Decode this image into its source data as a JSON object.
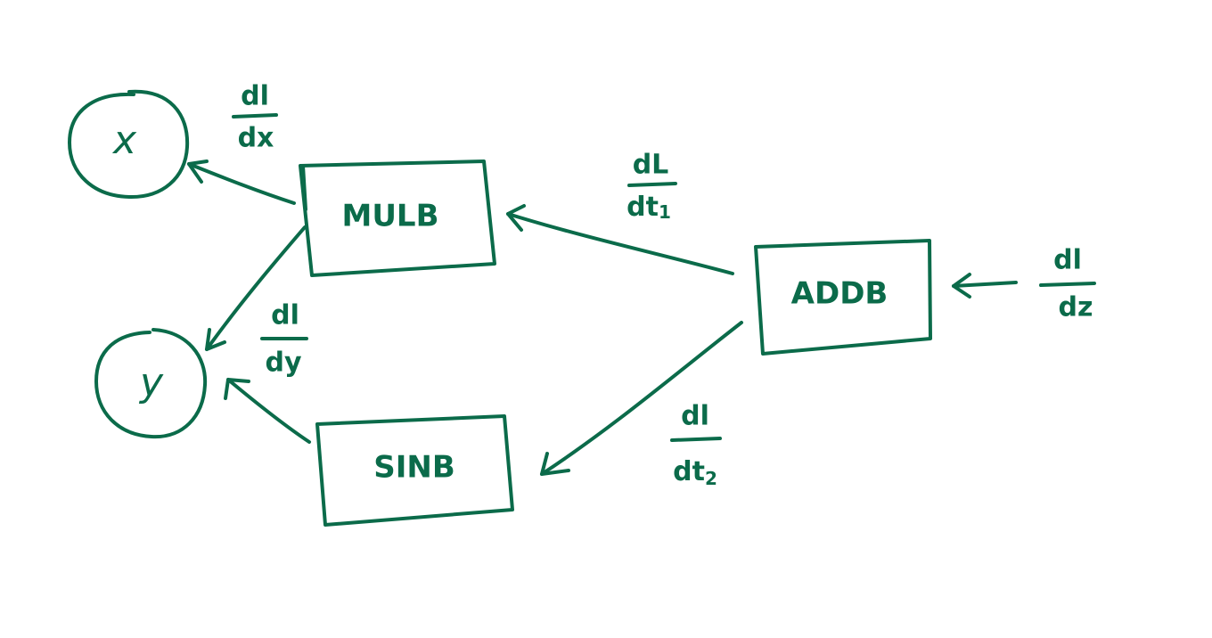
{
  "colors": {
    "ink": "#0b6b4a",
    "background": "#ffffff"
  },
  "nodes": {
    "x": "x",
    "y": "y",
    "mulb": "MULB",
    "addb": "ADDB",
    "sinb": "SINB"
  },
  "gradients": {
    "dl_dx": {
      "num": "dl",
      "den": "dx"
    },
    "dl_dy": {
      "num": "dl",
      "den": "dy"
    },
    "dl_dt1": {
      "num": "dL",
      "den": "dt",
      "sub": "1"
    },
    "dl_dt2": {
      "num": "dl",
      "den": "dt",
      "sub": "2"
    },
    "dl_dz": {
      "num": "dl",
      "den": "dz"
    }
  }
}
